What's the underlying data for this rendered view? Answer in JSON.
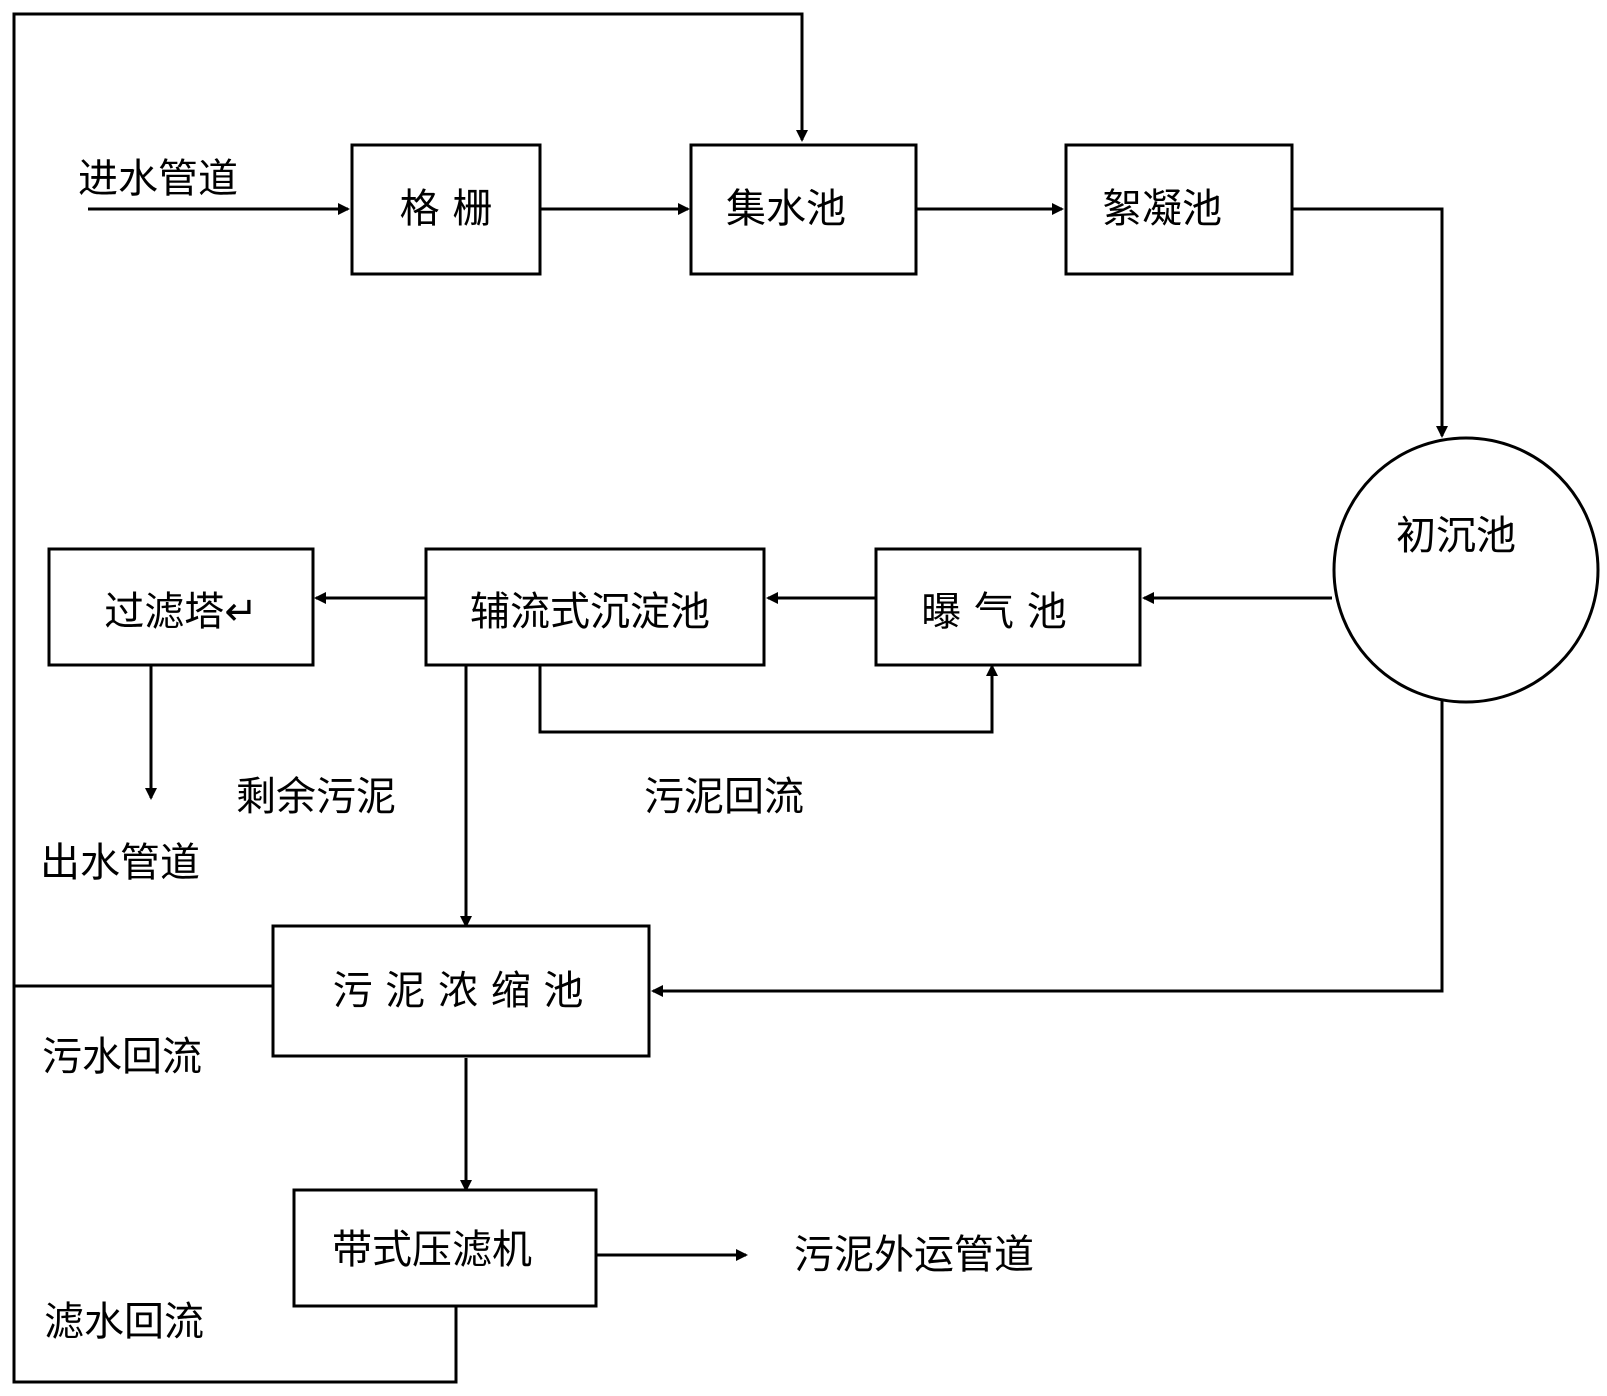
{
  "nodes": {
    "grid": "格 栅",
    "collection_tank": "集水池",
    "flocculation_tank": "絮凝池",
    "primary_clarifier": "初沉池",
    "aeration_tank": "曝 气 池",
    "auxiliary_sedimentation_tank": "辅流式沉淀池",
    "filter_tower": "过滤塔↵",
    "sludge_thickener": "污 泥 浓 缩 池",
    "belt_filter_press": "带式压滤机"
  },
  "labels": {
    "inlet_pipe": "进水管道",
    "outlet_pipe": "出水管道",
    "excess_sludge": "剩余污泥",
    "sludge_return": "污泥回流",
    "sewage_return": "污水回流",
    "filtrate_return": "滤水回流",
    "sludge_export_pipe": "污泥外运管道"
  }
}
